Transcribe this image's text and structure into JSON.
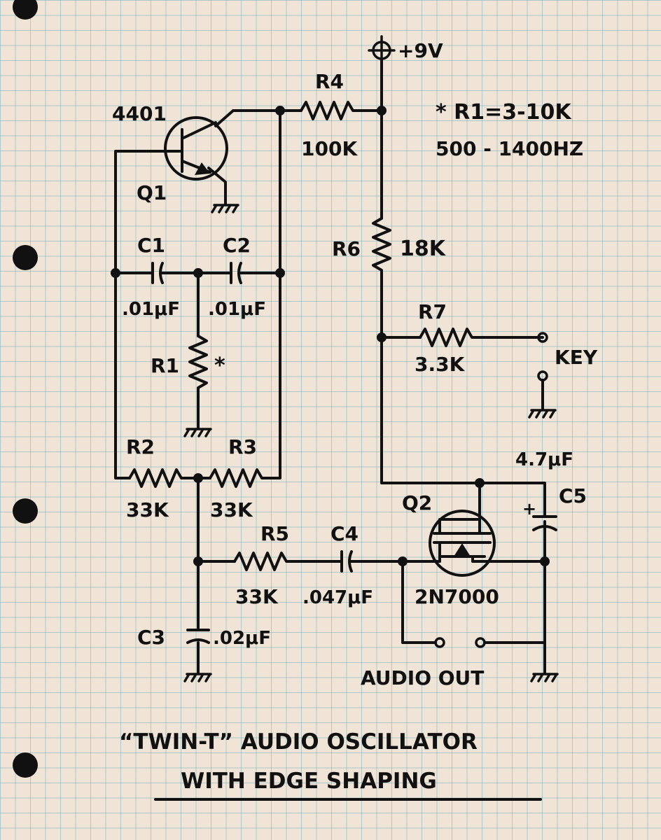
{
  "supply": {
    "label": "+9V"
  },
  "note": {
    "line1": "* R1=3-10K",
    "line2": "500 - 1400HZ"
  },
  "q1": {
    "label": "Q1",
    "part": "4401"
  },
  "q2": {
    "label": "Q2",
    "part": "2N7000"
  },
  "r1": {
    "label": "R1",
    "mark": "*"
  },
  "r2": {
    "label": "R2",
    "value": "33K"
  },
  "r3": {
    "label": "R3",
    "value": "33K"
  },
  "r4": {
    "label": "R4",
    "value": "100K"
  },
  "r5": {
    "label": "R5",
    "value": "33K"
  },
  "r6": {
    "label": "R6",
    "value": "18K"
  },
  "r7": {
    "label": "R7",
    "value": "3.3K"
  },
  "c1": {
    "label": "C1",
    "value": ".01μF"
  },
  "c2": {
    "label": "C2",
    "value": ".01μF"
  },
  "c3": {
    "label": "C3",
    "value": ".02μF"
  },
  "c4": {
    "label": "C4",
    "value": ".047μF"
  },
  "c5": {
    "label": "C5",
    "value": "4.7μF",
    "polarity": "+"
  },
  "key": {
    "label": "KEY"
  },
  "audio_out": {
    "label": "AUDIO OUT"
  },
  "title": {
    "line1": "“TWIN-T” AUDIO OSCILLATOR",
    "line2": "WITH EDGE SHAPING"
  }
}
